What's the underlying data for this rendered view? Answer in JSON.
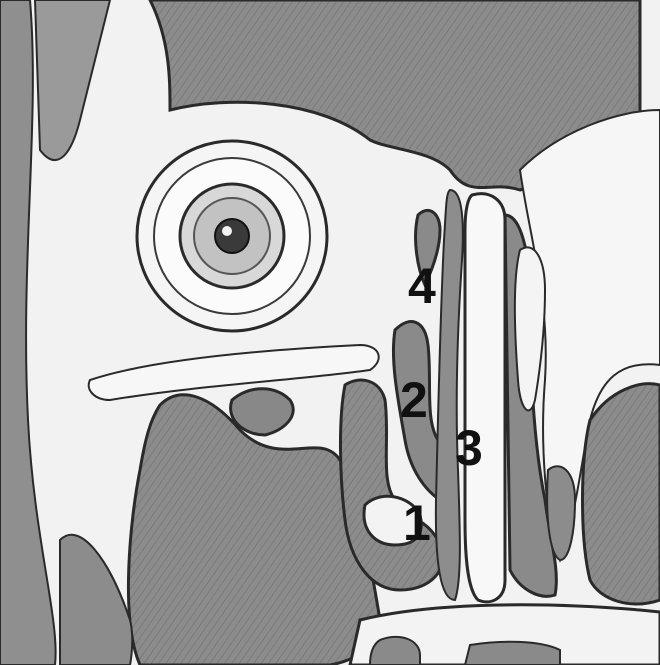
{
  "labels": {
    "l1": "1",
    "l2": "2",
    "l3": "3",
    "l4": "4"
  },
  "colors": {
    "cavity": "#8f8f8f",
    "cavity_dark": "#6e6e6e",
    "tissue": "#f4f4f4",
    "outline": "#2a2a2a",
    "label": "#111111"
  }
}
